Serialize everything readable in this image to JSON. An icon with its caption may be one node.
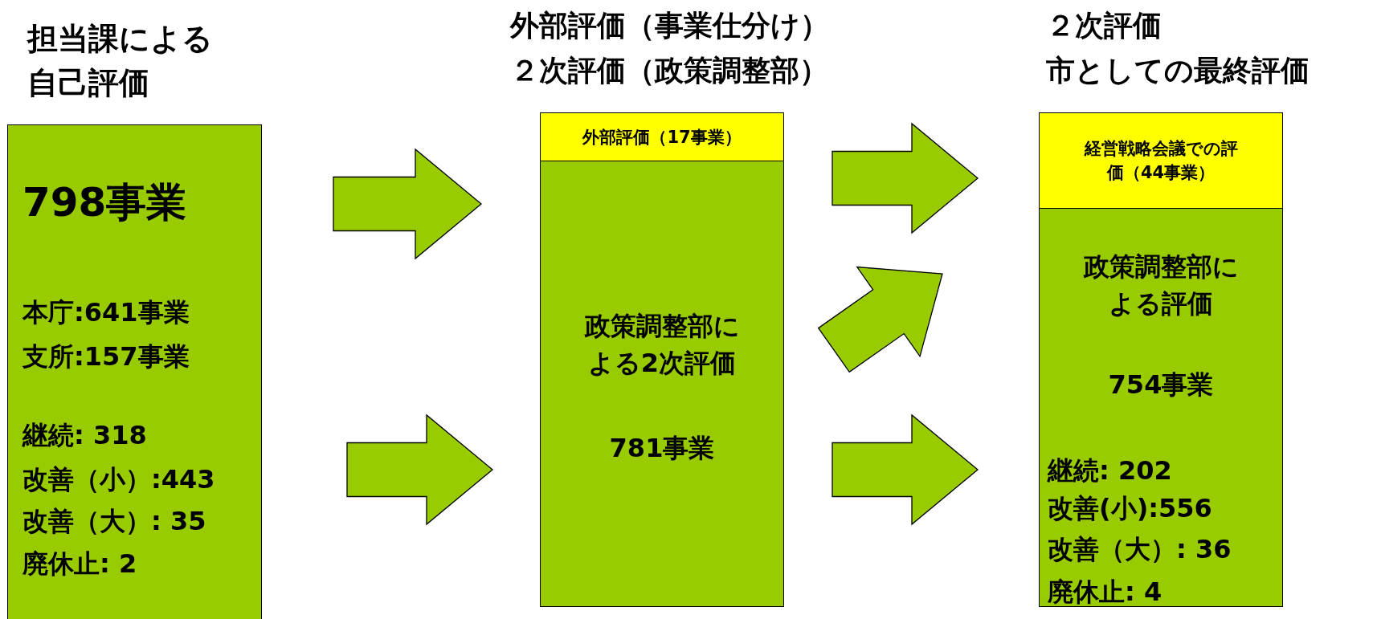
{
  "diagram": {
    "nodes": [
      {
        "text": [
          "担当課による自己評価",
          "798事業",
          "本庁:641事業",
          "支所:157事業",
          "継続: 318",
          "改善（小）:443",
          "改善（大）: 35",
          "廃休止: 2"
        ]
      },
      {
        "text": [
          "外部評価（事業仕分け）",
          "２次評価（政策調整部）",
          "政策調整部による2次評価",
          "781事業"
        ]
      },
      {
        "text": [
          "外部評価（17事業）"
        ],
        "in": 1
      },
      {
        "text": [
          "２次評価",
          "市としての最終評価",
          "政策調整部による評価",
          "754事業",
          "継続: 202",
          "改善(小):556",
          "改善（大）: 36",
          "廃休止: 4"
        ]
      },
      {
        "text": [
          "経営戦略会議での評価（44事業）"
        ],
        "in": 3
      }
    ],
    "edges": [
      {
        "from": 0,
        "to": 1,
        "arrow": "to"
      },
      {
        "from": 0,
        "to": 1,
        "arrow": "to"
      },
      {
        "from": 1,
        "to": 4,
        "arrow": "to"
      },
      {
        "from": 1,
        "to": 3,
        "arrow": "to"
      },
      {
        "from": 1,
        "to": 3,
        "arrow": "to"
      }
    ]
  }
}
